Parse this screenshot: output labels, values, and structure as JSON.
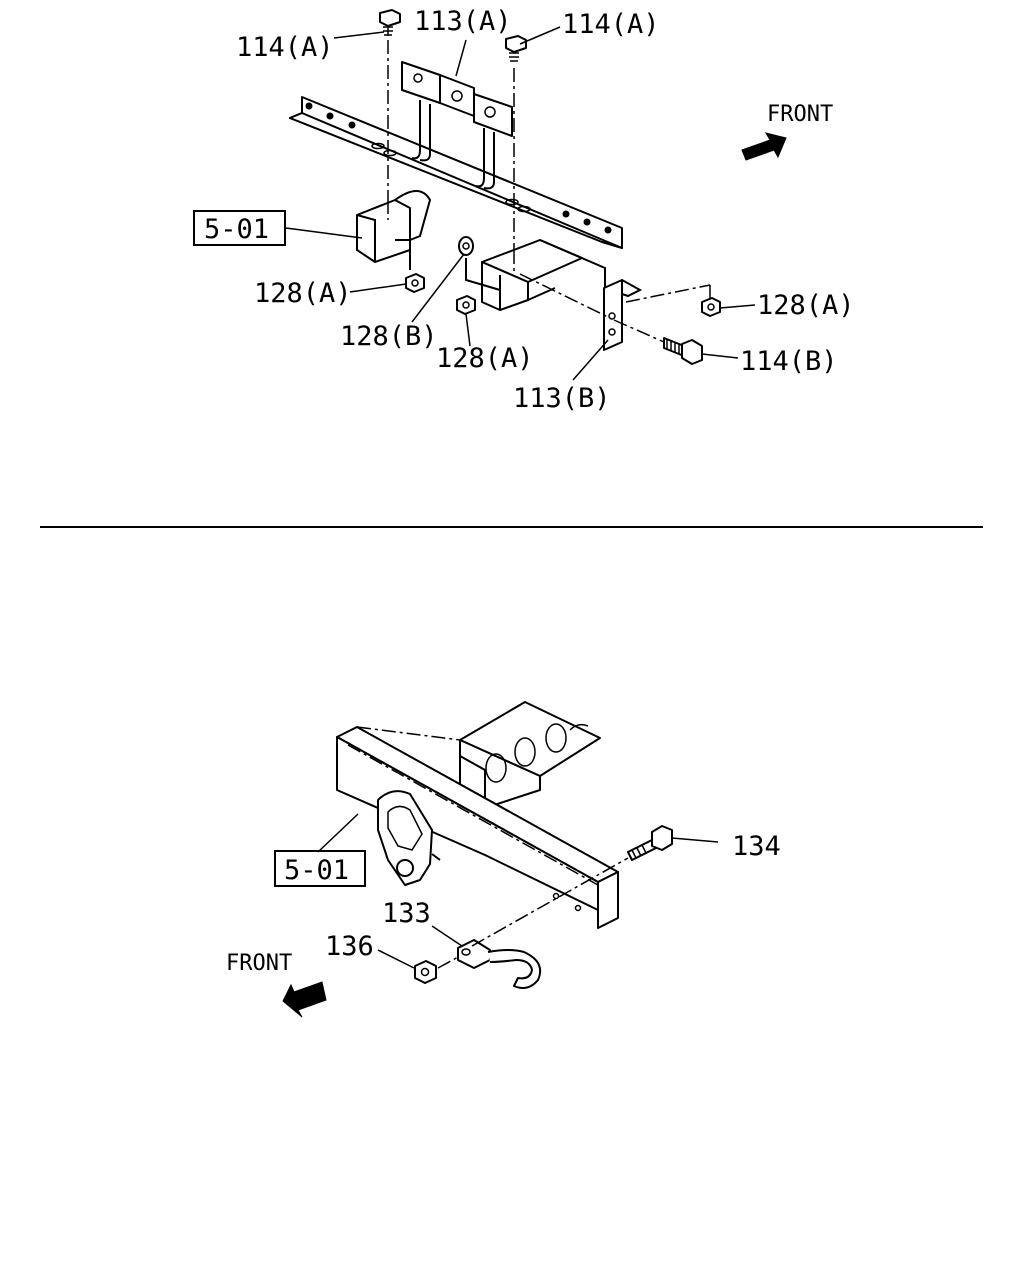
{
  "upper": {
    "labels": {
      "bolt_a_left": "114(A)",
      "bracket_a": "113(A)",
      "bolt_a_right": "114(A)",
      "ref_frame": "5-01",
      "nut_a_left": "128(A)",
      "nut_b": "128(B)",
      "nut_a_mid": "128(A)",
      "bracket_b": "113(B)",
      "nut_a_right": "128(A)",
      "bolt_b": "114(B)",
      "front": "FRONT"
    }
  },
  "lower": {
    "labels": {
      "ref_frame": "5-01",
      "bolt": "134",
      "hook": "133",
      "nut": "136",
      "front": "FRONT"
    }
  },
  "colors": {
    "ink": "#000000",
    "paper": "#ffffff"
  },
  "icons": [
    "front-arrow-icon",
    "front-arrow-icon"
  ]
}
